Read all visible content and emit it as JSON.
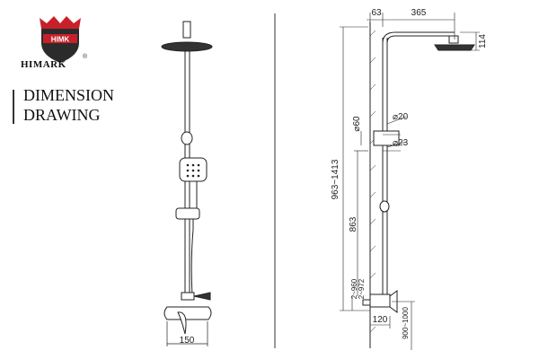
{
  "brand": {
    "name": "HIMARK",
    "shield_text": "HIMK",
    "registered_mark": "®",
    "colors": {
      "shield_red": "#c8202a",
      "shield_dark": "#2b2b2b"
    }
  },
  "title": {
    "line1": "DIMENSION",
    "line2": "DRAWING"
  },
  "front_view": {
    "width_label": "150"
  },
  "side_view": {
    "top_offset": "63",
    "arm_length": "365",
    "head_height": "114",
    "pipe_diameter_upper": "⌀20",
    "pipe_diameter_lower": "⌀23",
    "rail_diameter_label": "⌀60",
    "total_height": "963~1413",
    "rail_height": "863",
    "lower_range_a": "2~960",
    "lower_range_b": "2~972",
    "wall_offset": "120",
    "mount_height": "900~1000"
  }
}
